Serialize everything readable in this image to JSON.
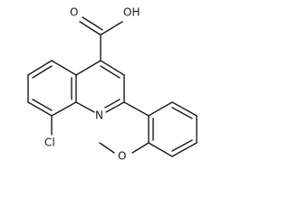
{
  "molecule": {
    "labels": {
      "carboxyl_oxygen": "O",
      "hydroxyl": "OH",
      "ring_nitrogen": "N",
      "chlorine": "Cl",
      "methoxy_oxygen": "O"
    }
  },
  "colors": {
    "bond": "#1a1a1a",
    "background": "#ffffff"
  }
}
